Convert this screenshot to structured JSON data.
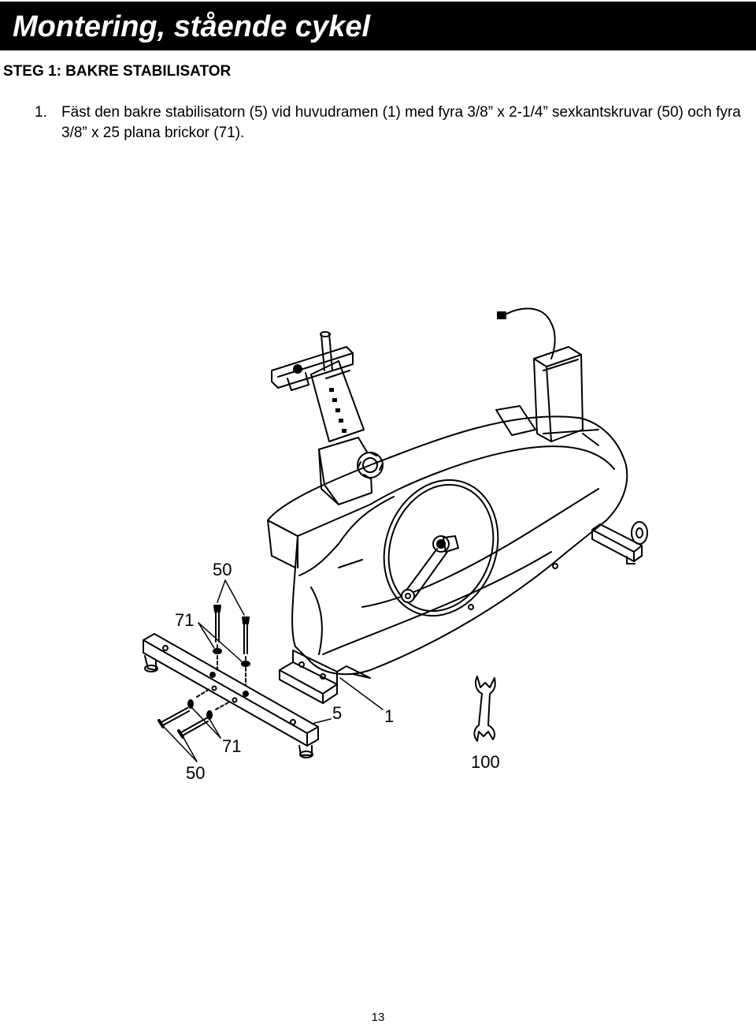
{
  "header": {
    "title": "Montering, stående cykel"
  },
  "step": {
    "heading": "STEG 1: BAKRE STABILISATOR",
    "instructions": [
      {
        "number": "1.",
        "text": "Fäst den bakre stabilisatorn (5) vid huvudramen (1) med fyra 3/8” x 2-1/4” sexkantskruvar (50) och fyra 3/8” x 25 plana brickor (71)."
      }
    ]
  },
  "diagram": {
    "callouts": {
      "bolts_top": "50",
      "washers_top": "71",
      "stabilizer": "5",
      "main_frame": "1",
      "washers_bottom": "71",
      "bolts_bottom": "50",
      "wrench": "100"
    }
  },
  "footer": {
    "page_number": "13"
  },
  "colors": {
    "title_bar_bg": "#000000",
    "title_text": "#ffffff"
  }
}
